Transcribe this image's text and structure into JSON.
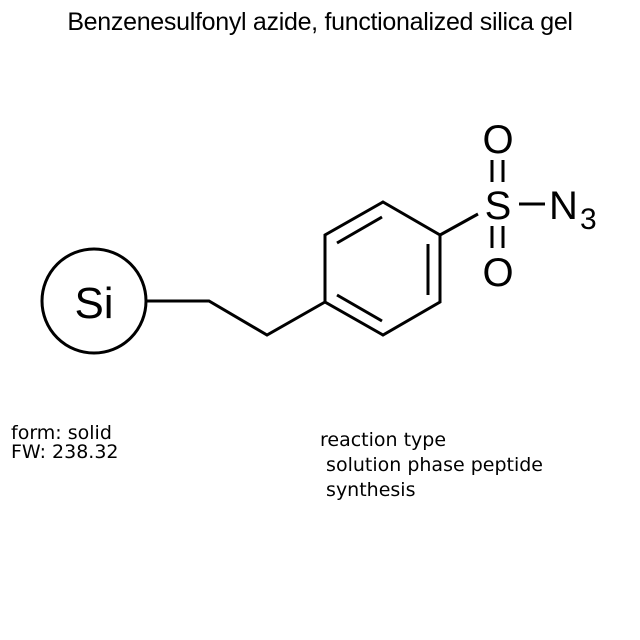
{
  "title": "Benzenesulfonyl azide, functionalized silica gel",
  "structure": {
    "support_label": "Si",
    "sulfur_label": "S",
    "oxygen_top_label": "O",
    "oxygen_bottom_label": "O",
    "azide_label": "N",
    "azide_subscript": "3"
  },
  "properties": {
    "form": "form: solid",
    "fw": "FW: 238.32"
  },
  "reaction": {
    "heading": "reaction type",
    "line1": " solution phase peptide",
    "line2": " synthesis"
  },
  "colors": {
    "stroke": "#000000",
    "background": "#ffffff"
  }
}
